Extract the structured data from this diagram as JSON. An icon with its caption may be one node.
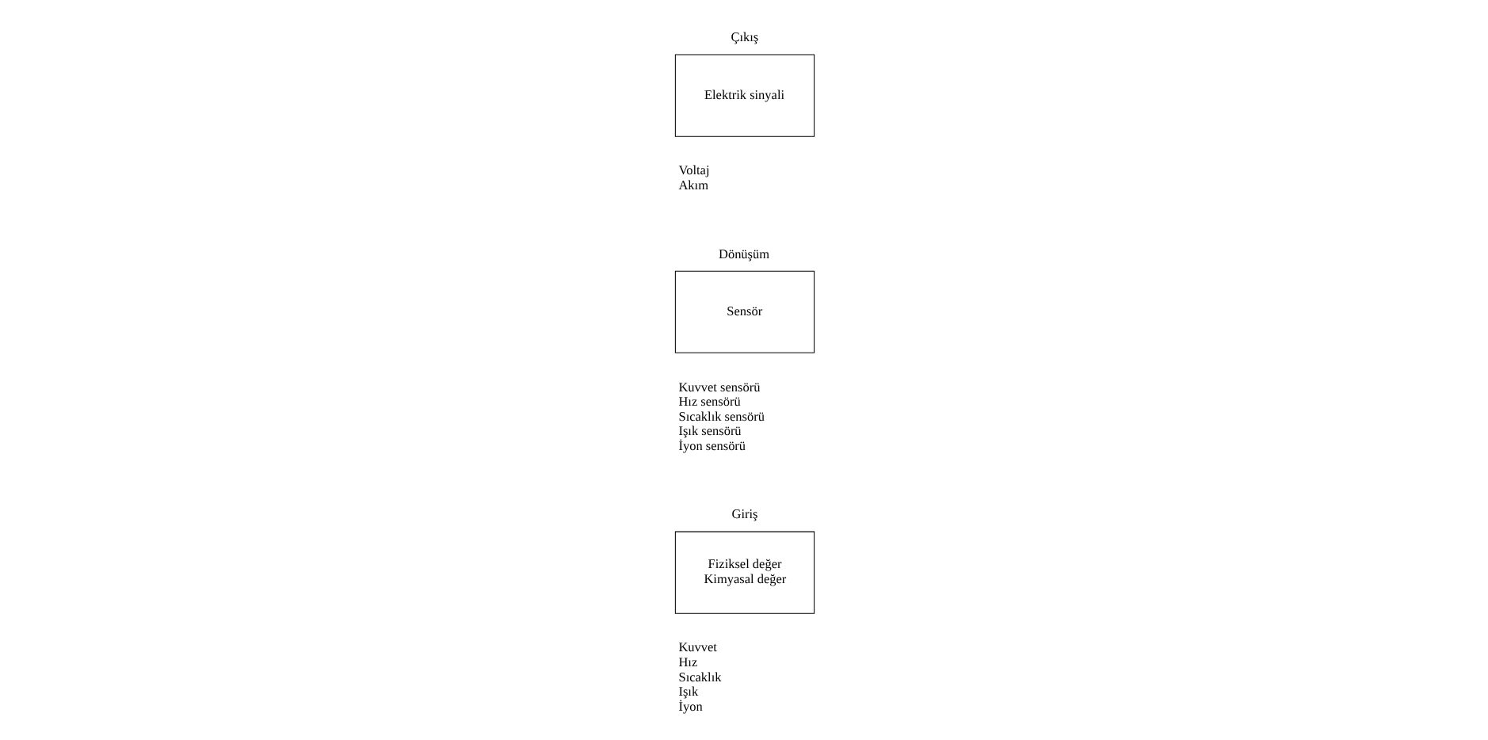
{
  "diagram": {
    "nodes": [
      {
        "text": [
          "Giriş",
          "Fiziksel değer Kimyasal değer"
        ],
        "beside": [
          "Kuvvet",
          "Hız",
          "Sıcaklık",
          "Işık",
          "İyon"
        ]
      },
      {
        "text": [
          "Dönüşüm",
          "Sensör"
        ],
        "beside": [
          "Kuvvet sensörü",
          "Hız sensörü",
          "Sıcaklık sensörü",
          "Işık sensörü",
          "İyon sensörü"
        ]
      },
      {
        "text": [
          "Çıkış",
          "Elektrik sinyali"
        ],
        "beside": [
          "Voltaj",
          "Akım"
        ]
      }
    ]
  }
}
